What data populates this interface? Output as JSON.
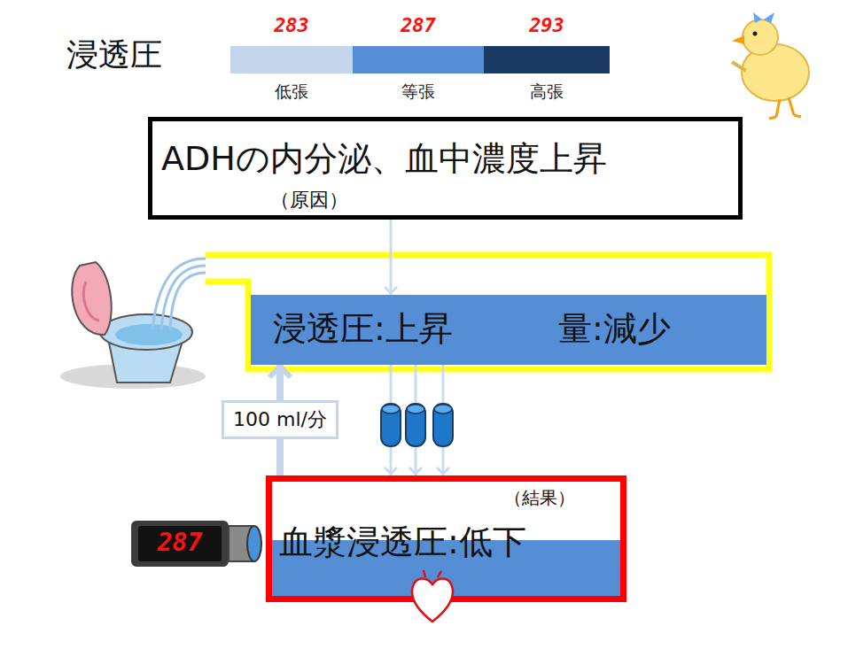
{
  "diagram": {
    "title": "浸透圧",
    "nodes": [
      {
        "text": [
          "ADHの内分泌、血中濃度上昇",
          "（原因）"
        ]
      },
      {
        "text": [
          "浸透圧:上昇",
          "量:減少"
        ]
      },
      {
        "text": [
          "（結果）",
          "血漿浸透圧:低下"
        ]
      }
    ],
    "edges": [
      {
        "from": 0,
        "to": 1,
        "arrow": "to"
      },
      {
        "from": 2,
        "to": 1,
        "label": "100 ml/分",
        "arrow": "to"
      },
      {
        "from": 1,
        "to": 2,
        "arrow": "to"
      },
      {
        "from": 1,
        "to": 2,
        "arrow": "to"
      },
      {
        "from": 1,
        "to": 2,
        "arrow": "to"
      }
    ],
    "labels": [
      "283",
      "287",
      "293",
      "287"
    ],
    "legend": [
      {
        "text": "低張",
        "color": "#c5d6ec"
      },
      {
        "text": "等張",
        "color": "#558ed5"
      },
      {
        "text": "高張",
        "color": "#1b3a63"
      }
    ]
  }
}
